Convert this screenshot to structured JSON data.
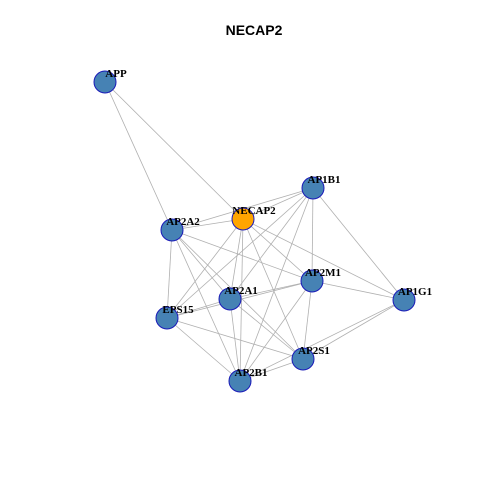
{
  "title": "NECAP2",
  "colors": {
    "background": "#ffffff",
    "edge": "#b0b0b0",
    "node_default": "#4682b4",
    "node_highlight": "#ffa500",
    "node_border": "#1a1ab8"
  },
  "network": {
    "nodes": [
      {
        "id": "APP",
        "label": "APP",
        "highlight": false
      },
      {
        "id": "NECAP2",
        "label": "NECAP2",
        "highlight": true
      },
      {
        "id": "AP1B1",
        "label": "AP1B1",
        "highlight": false
      },
      {
        "id": "AP2A2",
        "label": "AP2A2",
        "highlight": false
      },
      {
        "id": "AP2M1",
        "label": "AP2M1",
        "highlight": false
      },
      {
        "id": "AP1G1",
        "label": "AP1G1",
        "highlight": false
      },
      {
        "id": "AP2A1",
        "label": "AP2A1",
        "highlight": false
      },
      {
        "id": "EPS15",
        "label": "EPS15",
        "highlight": false
      },
      {
        "id": "AP2S1",
        "label": "AP2S1",
        "highlight": false
      },
      {
        "id": "AP2B1",
        "label": "AP2B1",
        "highlight": false
      }
    ],
    "edges": [
      [
        "APP",
        "NECAP2"
      ],
      [
        "APP",
        "AP2A2"
      ],
      [
        "NECAP2",
        "AP2A2"
      ],
      [
        "NECAP2",
        "AP1B1"
      ],
      [
        "NECAP2",
        "AP2M1"
      ],
      [
        "NECAP2",
        "AP2A1"
      ],
      [
        "NECAP2",
        "EPS15"
      ],
      [
        "NECAP2",
        "AP2S1"
      ],
      [
        "NECAP2",
        "AP2B1"
      ],
      [
        "NECAP2",
        "AP1G1"
      ],
      [
        "AP2A2",
        "AP1B1"
      ],
      [
        "AP2A2",
        "AP2M1"
      ],
      [
        "AP2A2",
        "AP2A1"
      ],
      [
        "AP2A2",
        "EPS15"
      ],
      [
        "AP2A2",
        "AP2S1"
      ],
      [
        "AP2A2",
        "AP2B1"
      ],
      [
        "AP1B1",
        "AP2M1"
      ],
      [
        "AP1B1",
        "AP1G1"
      ],
      [
        "AP1B1",
        "AP2A1"
      ],
      [
        "AP1B1",
        "EPS15"
      ],
      [
        "AP1B1",
        "AP2B1"
      ],
      [
        "AP2M1",
        "AP2A1"
      ],
      [
        "AP2M1",
        "AP1G1"
      ],
      [
        "AP2M1",
        "AP2S1"
      ],
      [
        "AP2M1",
        "EPS15"
      ],
      [
        "AP2M1",
        "AP2B1"
      ],
      [
        "AP2A1",
        "EPS15"
      ],
      [
        "AP2A1",
        "AP2S1"
      ],
      [
        "AP2A1",
        "AP2B1"
      ],
      [
        "EPS15",
        "AP2S1"
      ],
      [
        "EPS15",
        "AP2B1"
      ],
      [
        "AP2S1",
        "AP2B1"
      ],
      [
        "AP2S1",
        "AP1G1"
      ],
      [
        "AP1G1",
        "AP2B1"
      ]
    ]
  }
}
